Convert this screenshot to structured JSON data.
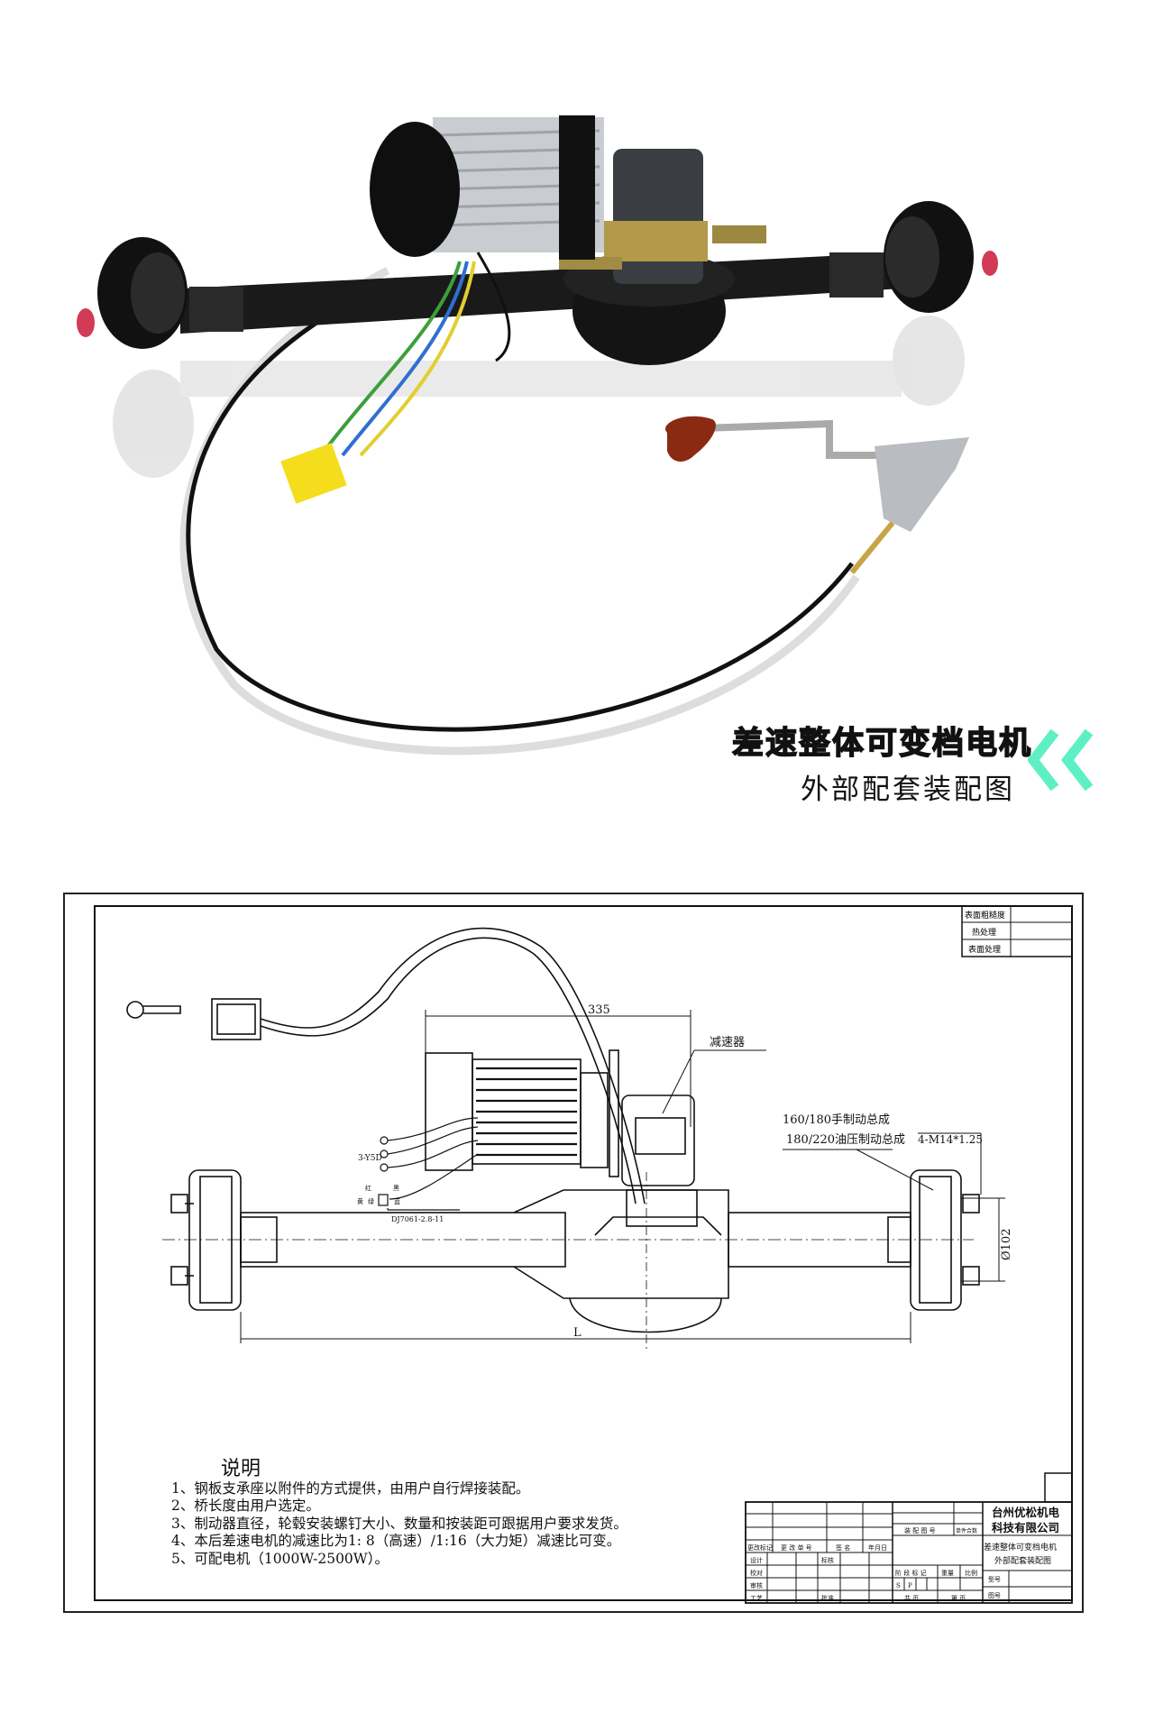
{
  "hero": {
    "title": "差速整体可变档电机",
    "subtitle": "外部配套装配图",
    "accent_color": "#5ef0c4"
  },
  "drawing": {
    "dim_335": "335",
    "dim_L": "L",
    "dim_diameter": "Ø102",
    "label_reducer": "减速器",
    "label_brake_hand": "160/180手制动总成",
    "label_brake_oil": "180/220油压制动总成",
    "label_bolt": "4-M14*1.25",
    "label_terminal": "3-Y5D",
    "label_connector": "DJ7061-2.8-11",
    "wire_red": "红",
    "wire_black": "黑",
    "wire_yellow": "黄",
    "wire_green": "绿",
    "wire_blue": "蓝"
  },
  "surface_table": [
    "表面粗糙度",
    "热处理",
    "表面处理"
  ],
  "notes": {
    "heading": "说明",
    "items": [
      "1、钢板支承座以附件的方式提供，由用户自行焊接装配。",
      "2、桥长度由用户选定。",
      "3、制动器直径，轮毂安装螺钉大小、数量和按装距可跟据用户要求发货。",
      "4、本后差速电机的减速比为1: 8（高速）/1:16（大力矩）减速比可变。",
      "5、可配电机（1000W-2500W）。"
    ]
  },
  "title_block": {
    "company_line1": "台州优松机电",
    "company_line2": "科技有限公司",
    "drawing_title_line1": "差速整体可变档电机",
    "drawing_title_line2": "外部配套装配图",
    "change_mark": "更改标记",
    "change_no": "更 改 单 号",
    "signature": "签 名",
    "date": "年月日",
    "design": "设计",
    "check": "校对",
    "review": "审核",
    "process": "工艺",
    "standard": "标核",
    "approve": "批准",
    "assembly_no": "装 配 图 号",
    "unit_count": "单件合数",
    "stage_mark": "阶 段 标 记",
    "weight": "重量",
    "scale": "比例",
    "s": "S",
    "p": "P",
    "total_pages": "共  页",
    "page_no": "第  页",
    "model": "型号",
    "drawing_no": "图号"
  }
}
